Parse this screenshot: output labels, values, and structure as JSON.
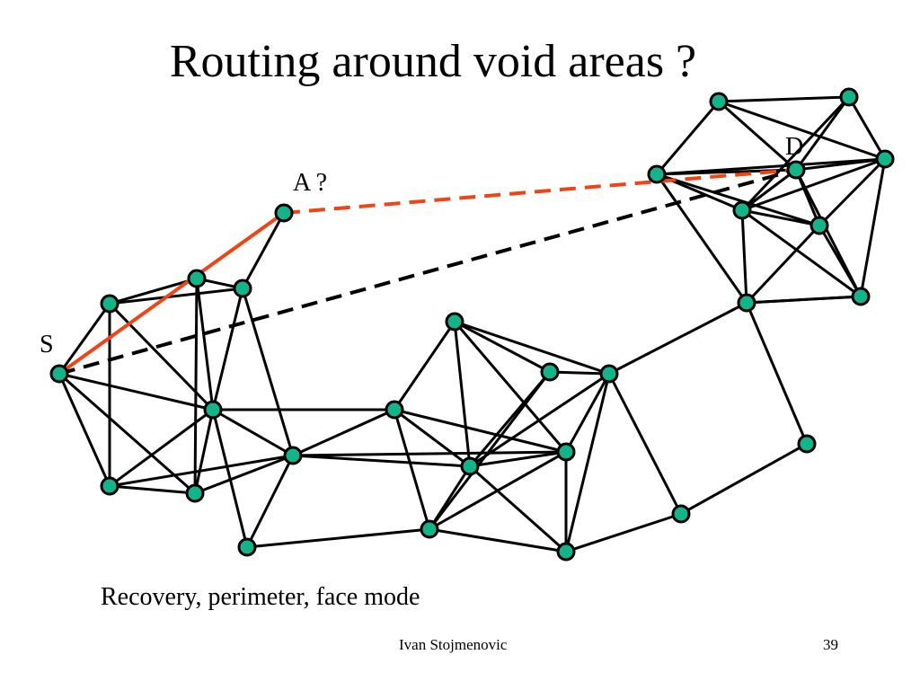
{
  "slide": {
    "title": "Routing around void areas ?",
    "caption": "Recovery, perimeter, face mode",
    "author": "Ivan Stojmenovic",
    "page_number": "39"
  },
  "diagram": {
    "labels": {
      "source": "S",
      "query_node": "A ?",
      "destination": "D"
    },
    "colors": {
      "node_fill": "#15b38a",
      "node_stroke": "#000000",
      "edge": "#000000",
      "path": "#ee4416",
      "direct_line": "#000000"
    }
  }
}
